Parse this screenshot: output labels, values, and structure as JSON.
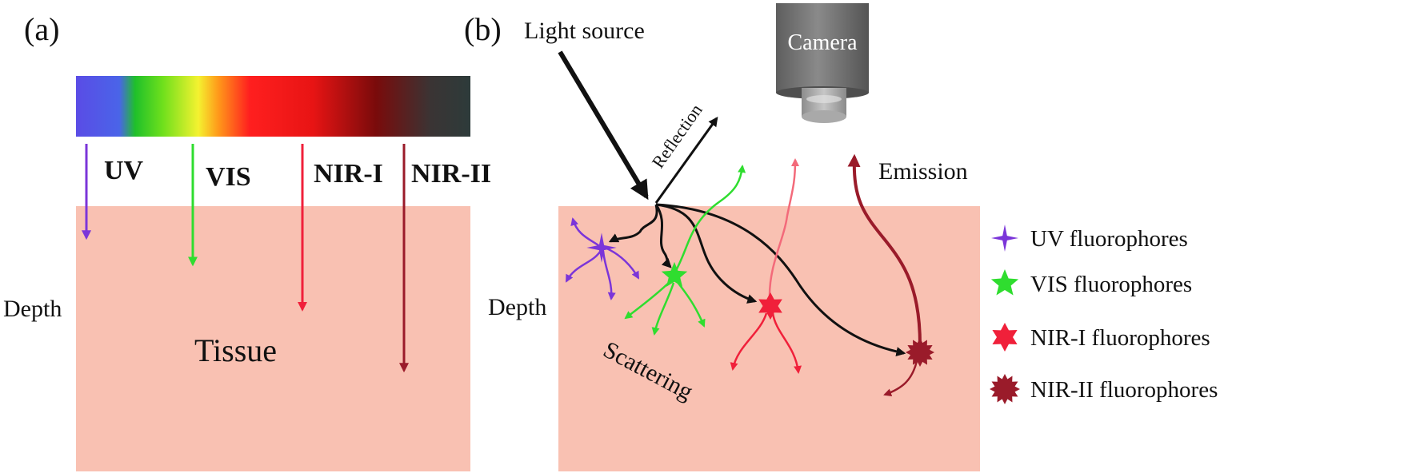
{
  "panel_a": {
    "label": "(a)",
    "bands": [
      {
        "name": "UV",
        "color": "#7b35d9",
        "depth_level": 0.12
      },
      {
        "name": "VIS",
        "color": "#2fdd2f",
        "depth_level": 0.22
      },
      {
        "name": "NIR-I",
        "color": "#f0203a",
        "depth_level": 0.39
      },
      {
        "name": "NIR-II",
        "color": "#9a1b2a",
        "depth_level": 0.62
      }
    ],
    "depth_label": "Depth",
    "tissue_label": "Tissue"
  },
  "panel_b": {
    "label": "(b)",
    "light_source_label": "Light source",
    "camera_label": "Camera",
    "reflection_label": "Reflection",
    "emission_label": "Emission",
    "depth_label": "Depth",
    "scattering_label": "Scattering"
  },
  "legend": [
    {
      "label": "UV fluorophores",
      "color": "#7b35d9",
      "shape": "four-point-star"
    },
    {
      "label": "VIS fluorophores",
      "color": "#2fdd2f",
      "shape": "five-point-star"
    },
    {
      "label": "NIR-I fluorophores",
      "color": "#f0203a",
      "shape": "six-point-star"
    },
    {
      "label": "NIR-II fluorophores",
      "color": "#9a1b2a",
      "shape": "burst-star"
    }
  ],
  "colors": {
    "tissue": "#f9c1b2",
    "arrow": "#111111"
  }
}
